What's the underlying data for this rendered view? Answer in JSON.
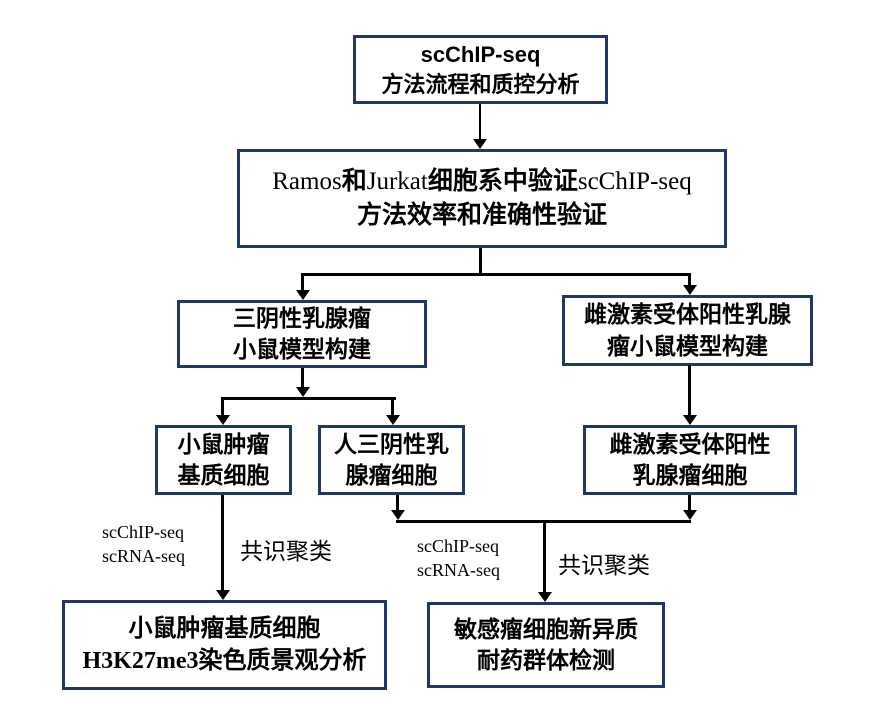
{
  "colors": {
    "border": "#1f3864",
    "line": "#000000",
    "background": "#ffffff",
    "text": "#000000"
  },
  "boxes": {
    "top": {
      "line1": "scChIP-seq",
      "line2": "方法流程和质控分析"
    },
    "validate": {
      "latin1": "Ramos",
      "cjk1": "和",
      "latin2": "Jurkat",
      "cjk2": "细胞系中验证",
      "latin3": "scChIP-seq",
      "line2": "方法效率和准确性验证"
    },
    "tnbc_model": {
      "line1": "三阴性乳腺瘤",
      "line2": "小鼠模型构建"
    },
    "er_model": {
      "line1": "雌激素受体阳性乳腺",
      "line2": "瘤小鼠模型构建"
    },
    "mouse_stroma": {
      "line1": "小鼠肿瘤",
      "line2": "基质细胞"
    },
    "human_tnbc": {
      "line1": "人三阴性乳",
      "line2": "腺瘤细胞"
    },
    "er_cells": {
      "line1": "雌激素受体阳性",
      "line2": "乳腺瘤细胞"
    },
    "landscape": {
      "line1": "小鼠肿瘤基质细胞",
      "line2_latin": "H3K27me3",
      "line2_cjk": "染色质景观分析"
    },
    "resistance": {
      "line1": "敏感瘤细胞新异质",
      "line2": "耐药群体检测"
    }
  },
  "edge_labels": {
    "left_seq_line1": "scChIP-seq",
    "left_seq_line2": "scRNA-seq",
    "left_cluster": "共识聚类",
    "right_seq_line1": "scChIP-seq",
    "right_seq_line2": "scRNA-seq",
    "right_cluster": "共识聚类"
  }
}
